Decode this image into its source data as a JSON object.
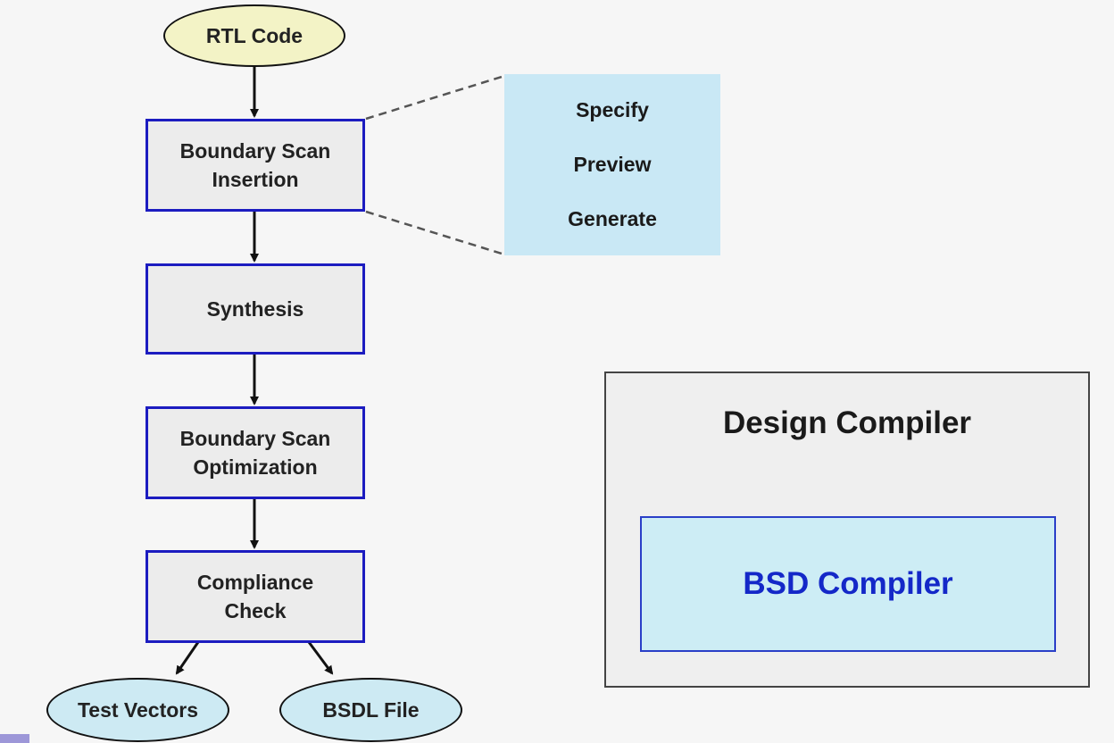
{
  "flow": {
    "start": "RTL Code",
    "steps": [
      {
        "line1": "Boundary Scan",
        "line2": "Insertion"
      },
      {
        "line1": "Synthesis",
        "line2": ""
      },
      {
        "line1": "Boundary Scan",
        "line2": "Optimization"
      },
      {
        "line1": "Compliance",
        "line2": "Check"
      }
    ],
    "outputs": [
      "Test Vectors",
      "BSDL File"
    ]
  },
  "insertion_detail": [
    "Specify",
    "Preview",
    "Generate"
  ],
  "tool_box": {
    "outer": "Design Compiler",
    "inner": "BSD Compiler"
  },
  "colors": {
    "step_border": "#1c1cc0",
    "start_fill": "#f3f3c6",
    "output_fill": "#cdeaf3",
    "detail_fill": "#c9e8f5",
    "bsd_text": "#1428c8"
  }
}
